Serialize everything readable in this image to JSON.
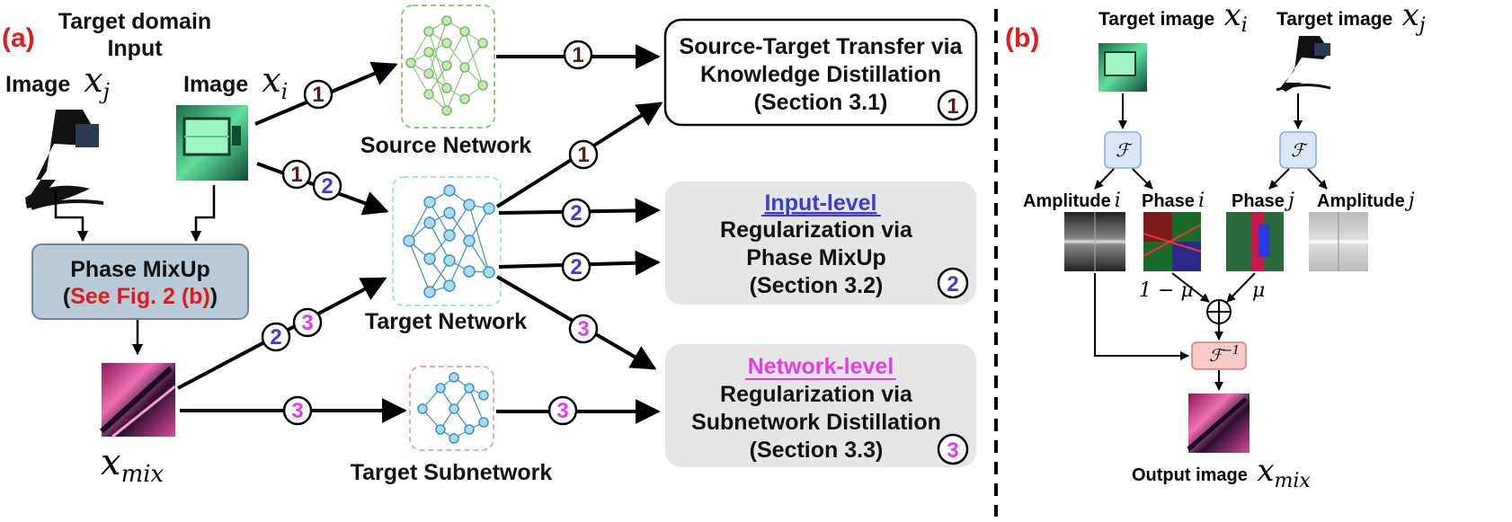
{
  "panel_a": {
    "label": "(a)",
    "input_title_1": "Target domain",
    "input_title_2": "Input",
    "image_j_label": "Image",
    "image_j_var": "x",
    "image_j_sub": "j",
    "image_i_label": "Image",
    "image_i_var": "x",
    "image_i_sub": "i",
    "phase_mixup_title": "Phase MixUp",
    "phase_mixup_ref_open": "(",
    "phase_mixup_ref": "See Fig. 2 (b)",
    "phase_mixup_ref_close": ")",
    "xmix_var": "x",
    "xmix_sub": "mix",
    "source_network": "Source Network",
    "target_network": "Target Network",
    "target_subnetwork": "Target Subnetwork",
    "box1_line1": "Source-Target Transfer via",
    "box1_line2": "Knowledge Distillation",
    "box1_line3": "(Section 3.1)",
    "box2_heading": "Input-level ",
    "box2_line1": "Regularization via",
    "box2_line2": "Phase MixUp",
    "box2_line3": "(Section 3.2)",
    "box3_heading": "Network-level",
    "box3_line1": "Regularization via",
    "box3_line2": "Subnetwork Distillation",
    "box3_line3": "(Section 3.3)",
    "badges": {
      "one": "1",
      "two": "2",
      "three": "3"
    }
  },
  "panel_b": {
    "label": "(b)",
    "target_i_label": "Target image",
    "target_i_var": "x",
    "target_i_sub": "i",
    "target_j_label": "Target image",
    "target_j_var": "x",
    "target_j_sub": "j",
    "fourier": "ℱ",
    "inverse_fourier": "ℱ",
    "inverse_sup": "−1",
    "amplitude_i": "Amplitude",
    "amplitude_i_var": "i",
    "phase_i": "Phase",
    "phase_i_var": "i",
    "phase_j": "Phase",
    "phase_j_var": "j",
    "amplitude_j": "Amplitude",
    "amplitude_j_var": "j",
    "one_minus_mu": "1 − μ",
    "mu": "μ",
    "oplus": "⊕",
    "output_label": "Output image",
    "output_var": "x",
    "output_sub": "mix"
  },
  "colors": {
    "badge1": "#5a1a1a",
    "badge2": "#3b3bd6",
    "badge3": "#e53ce8",
    "red_label": "#e01b1b",
    "source_net": "#8cc87a",
    "target_net": "#3f8fbf",
    "subnet": "#3f8fbf",
    "mixup_box": "#b9cad8",
    "fourier_box": "#d9e6f7",
    "ifourier_box": "#f7c9c9"
  }
}
